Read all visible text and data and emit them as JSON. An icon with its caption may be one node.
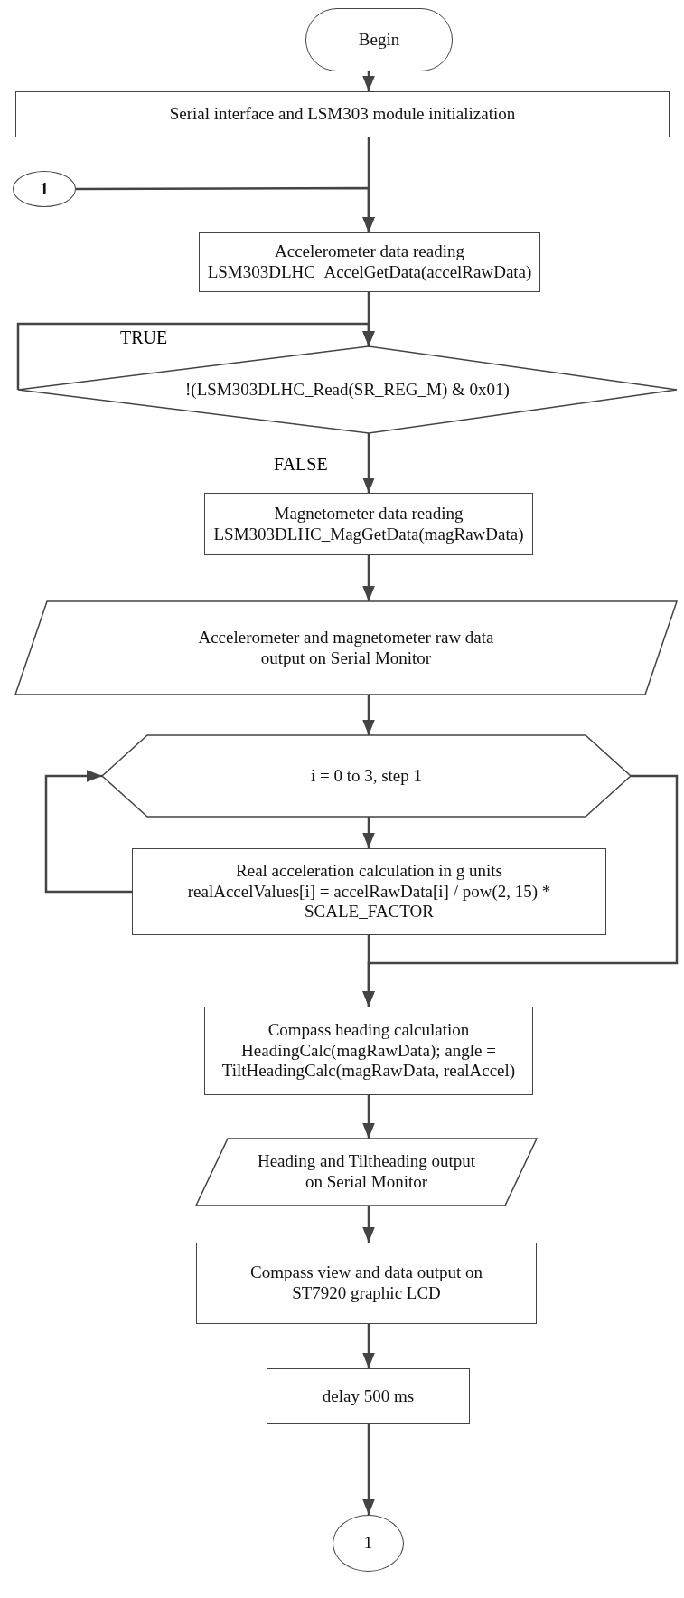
{
  "diagram": {
    "nodes": [
      {
        "text": [
          "Begin"
        ]
      },
      {
        "text": [
          "Serial interface and LSM303 module initialization"
        ]
      },
      {
        "text": [
          "1"
        ]
      },
      {
        "text": [
          "Accelerometer data reading",
          "LSM303DLHC_AccelGetData(accelRawData)"
        ]
      },
      {
        "text": [
          "!(LSM303DLHC_Read(SR_REG_M) & 0x01)"
        ]
      },
      {
        "text": [
          "Magnetometer data reading",
          "LSM303DLHC_MagGetData(magRawData)"
        ]
      },
      {
        "text": [
          "Accelerometer and magnetometer raw data output on Serial Monitor"
        ]
      },
      {
        "text": [
          "i = 0 to 3, step 1"
        ]
      },
      {
        "text": [
          "Real acceleration calculation in g units",
          "realAccelValues[i] = accelRawData[i] / pow(2, 15) * SCALE_FACTOR"
        ]
      },
      {
        "text": [
          "Compass heading calculation",
          "HeadingCalc(magRawData); angle = TiltHeadingCalc(magRawData, realAccel)"
        ]
      },
      {
        "text": [
          "Heading and Tiltheading output on Serial Monitor"
        ]
      },
      {
        "text": [
          "Compass view and data output on ST7920 graphic LCD"
        ]
      },
      {
        "text": [
          "delay 500 ms"
        ]
      },
      {
        "text": [
          "1"
        ]
      }
    ],
    "edges": [
      {
        "from": 0,
        "to": 1,
        "arrow": "to"
      },
      {
        "from": 1,
        "to": 3,
        "arrow": "to"
      },
      {
        "from": 2,
        "to": 3,
        "arrow": "to"
      },
      {
        "from": 3,
        "to": 4,
        "arrow": "to"
      },
      {
        "from": 4,
        "to": 4,
        "arrow": "to",
        "label": "TRUE"
      },
      {
        "from": 4,
        "to": 5,
        "arrow": "to",
        "label": "FALSE"
      },
      {
        "from": 5,
        "to": 6,
        "arrow": "to"
      },
      {
        "from": 6,
        "to": 7,
        "arrow": "to"
      },
      {
        "from": 7,
        "to": 8,
        "arrow": "to"
      },
      {
        "from": 8,
        "to": 7,
        "arrow": "to"
      },
      {
        "from": 8,
        "to": 9,
        "arrow": "to"
      },
      {
        "from": 7,
        "to": 9,
        "arrow": "to"
      },
      {
        "from": 9,
        "to": 10,
        "arrow": "to"
      },
      {
        "from": 10,
        "to": 11,
        "arrow": "to"
      },
      {
        "from": 11,
        "to": 12,
        "arrow": "to"
      },
      {
        "from": 12,
        "to": 13,
        "arrow": "to"
      }
    ]
  }
}
